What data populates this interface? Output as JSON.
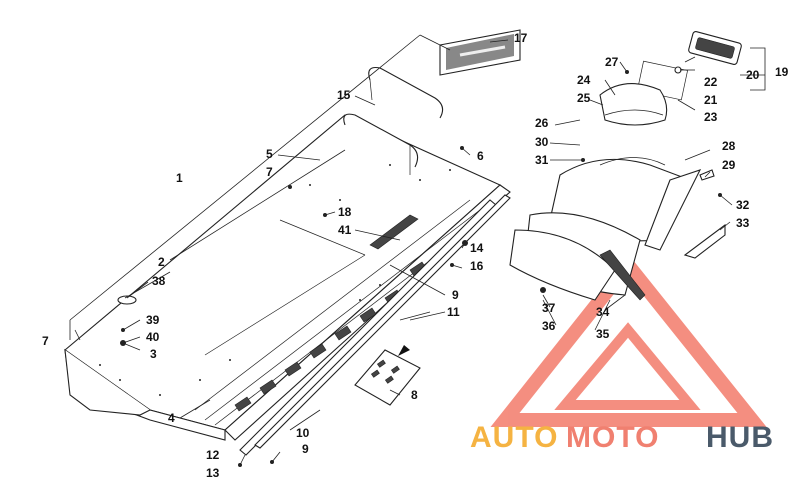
{
  "callouts": {
    "c1": "1",
    "c2": "2",
    "c3": "3",
    "c4": "4",
    "c5": "5",
    "c6": "6",
    "c7a": "7",
    "c7b": "7",
    "c8": "8",
    "c9a": "9",
    "c9b": "9",
    "c10": "10",
    "c11": "11",
    "c12": "12",
    "c13": "13",
    "c14": "14",
    "c15": "15",
    "c16": "16",
    "c17": "17",
    "c18": "18",
    "c19": "19",
    "c20": "20",
    "c21": "21",
    "c22": "22",
    "c23": "23",
    "c24": "24",
    "c25": "25",
    "c26": "26",
    "c27": "27",
    "c28": "28",
    "c29": "29",
    "c30": "30",
    "c31": "31",
    "c32": "32",
    "c33": "33",
    "c34": "34",
    "c35": "35",
    "c36": "36",
    "c37": "37",
    "c38": "38",
    "c39": "39",
    "c40": "40",
    "c41": "41"
  },
  "watermark": {
    "word1": "AUTO",
    "word2": "MOTO",
    "word3": "HUB",
    "color_auto": "#f5b342",
    "color_moto": "#f08070",
    "color_hub": "#4a5a6a",
    "logo_color": "#f37b6a"
  }
}
